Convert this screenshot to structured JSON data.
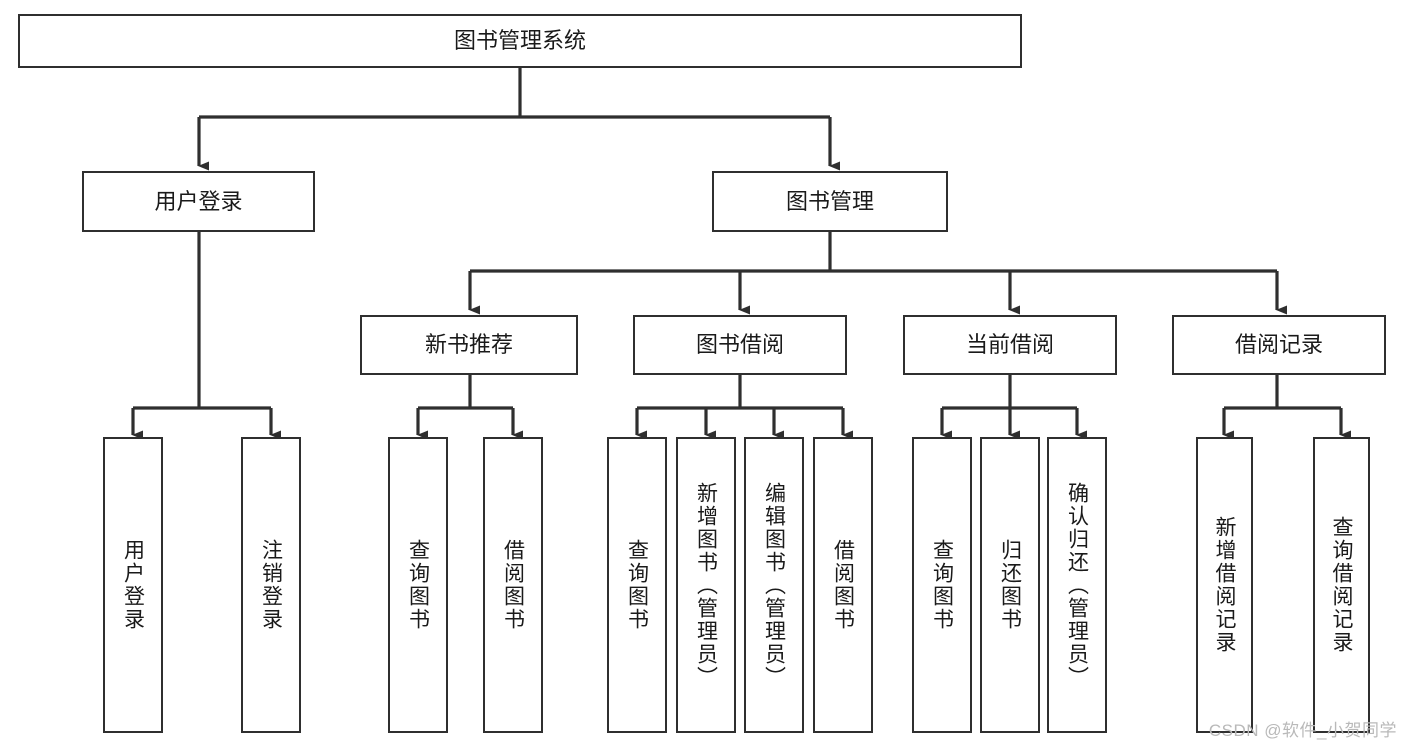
{
  "diagram": {
    "type": "tree-hierarchy-chart",
    "title": "图书管理系统",
    "watermark": "CSDN @软件_小贺同学",
    "colors": {
      "stroke": "#2f2f2f",
      "fill": "#ffffff",
      "text": "#1a1a1a",
      "watermark": "#b9b9b9",
      "background": "#ffffff"
    },
    "nodes": {
      "root": {
        "label": "图书管理系统"
      },
      "level2": [
        {
          "id": "user-login",
          "label": "用户登录"
        },
        {
          "id": "book-management",
          "label": "图书管理"
        }
      ],
      "level3": [
        {
          "id": "new-book-recommend",
          "label": "新书推荐"
        },
        {
          "id": "book-borrow",
          "label": "图书借阅"
        },
        {
          "id": "current-borrow",
          "label": "当前借阅"
        },
        {
          "id": "borrow-record",
          "label": "借阅记录"
        }
      ],
      "leaves": {
        "user-login": [
          {
            "id": "leaf-user-login",
            "label": "用户登录"
          },
          {
            "id": "leaf-user-logout",
            "label": "注销登录"
          }
        ],
        "new-book-recommend": [
          {
            "id": "leaf-query-book-1",
            "label": "查询图书"
          },
          {
            "id": "leaf-borrow-book-1",
            "label": "借阅图书"
          }
        ],
        "book-borrow": [
          {
            "id": "leaf-query-book-2",
            "label": "查询图书"
          },
          {
            "id": "leaf-add-book",
            "label": "新增图书（管理员）"
          },
          {
            "id": "leaf-edit-book",
            "label": "编辑图书（管理员）"
          },
          {
            "id": "leaf-borrow-book-2",
            "label": "借阅图书"
          }
        ],
        "current-borrow": [
          {
            "id": "leaf-query-book-3",
            "label": "查询图书"
          },
          {
            "id": "leaf-return-book",
            "label": "归还图书"
          },
          {
            "id": "leaf-confirm-return",
            "label": "确认归还（管理员）"
          }
        ],
        "borrow-record": [
          {
            "id": "leaf-add-record",
            "label": "新增借阅记录"
          },
          {
            "id": "leaf-query-record",
            "label": "查询借阅记录"
          }
        ]
      }
    }
  }
}
